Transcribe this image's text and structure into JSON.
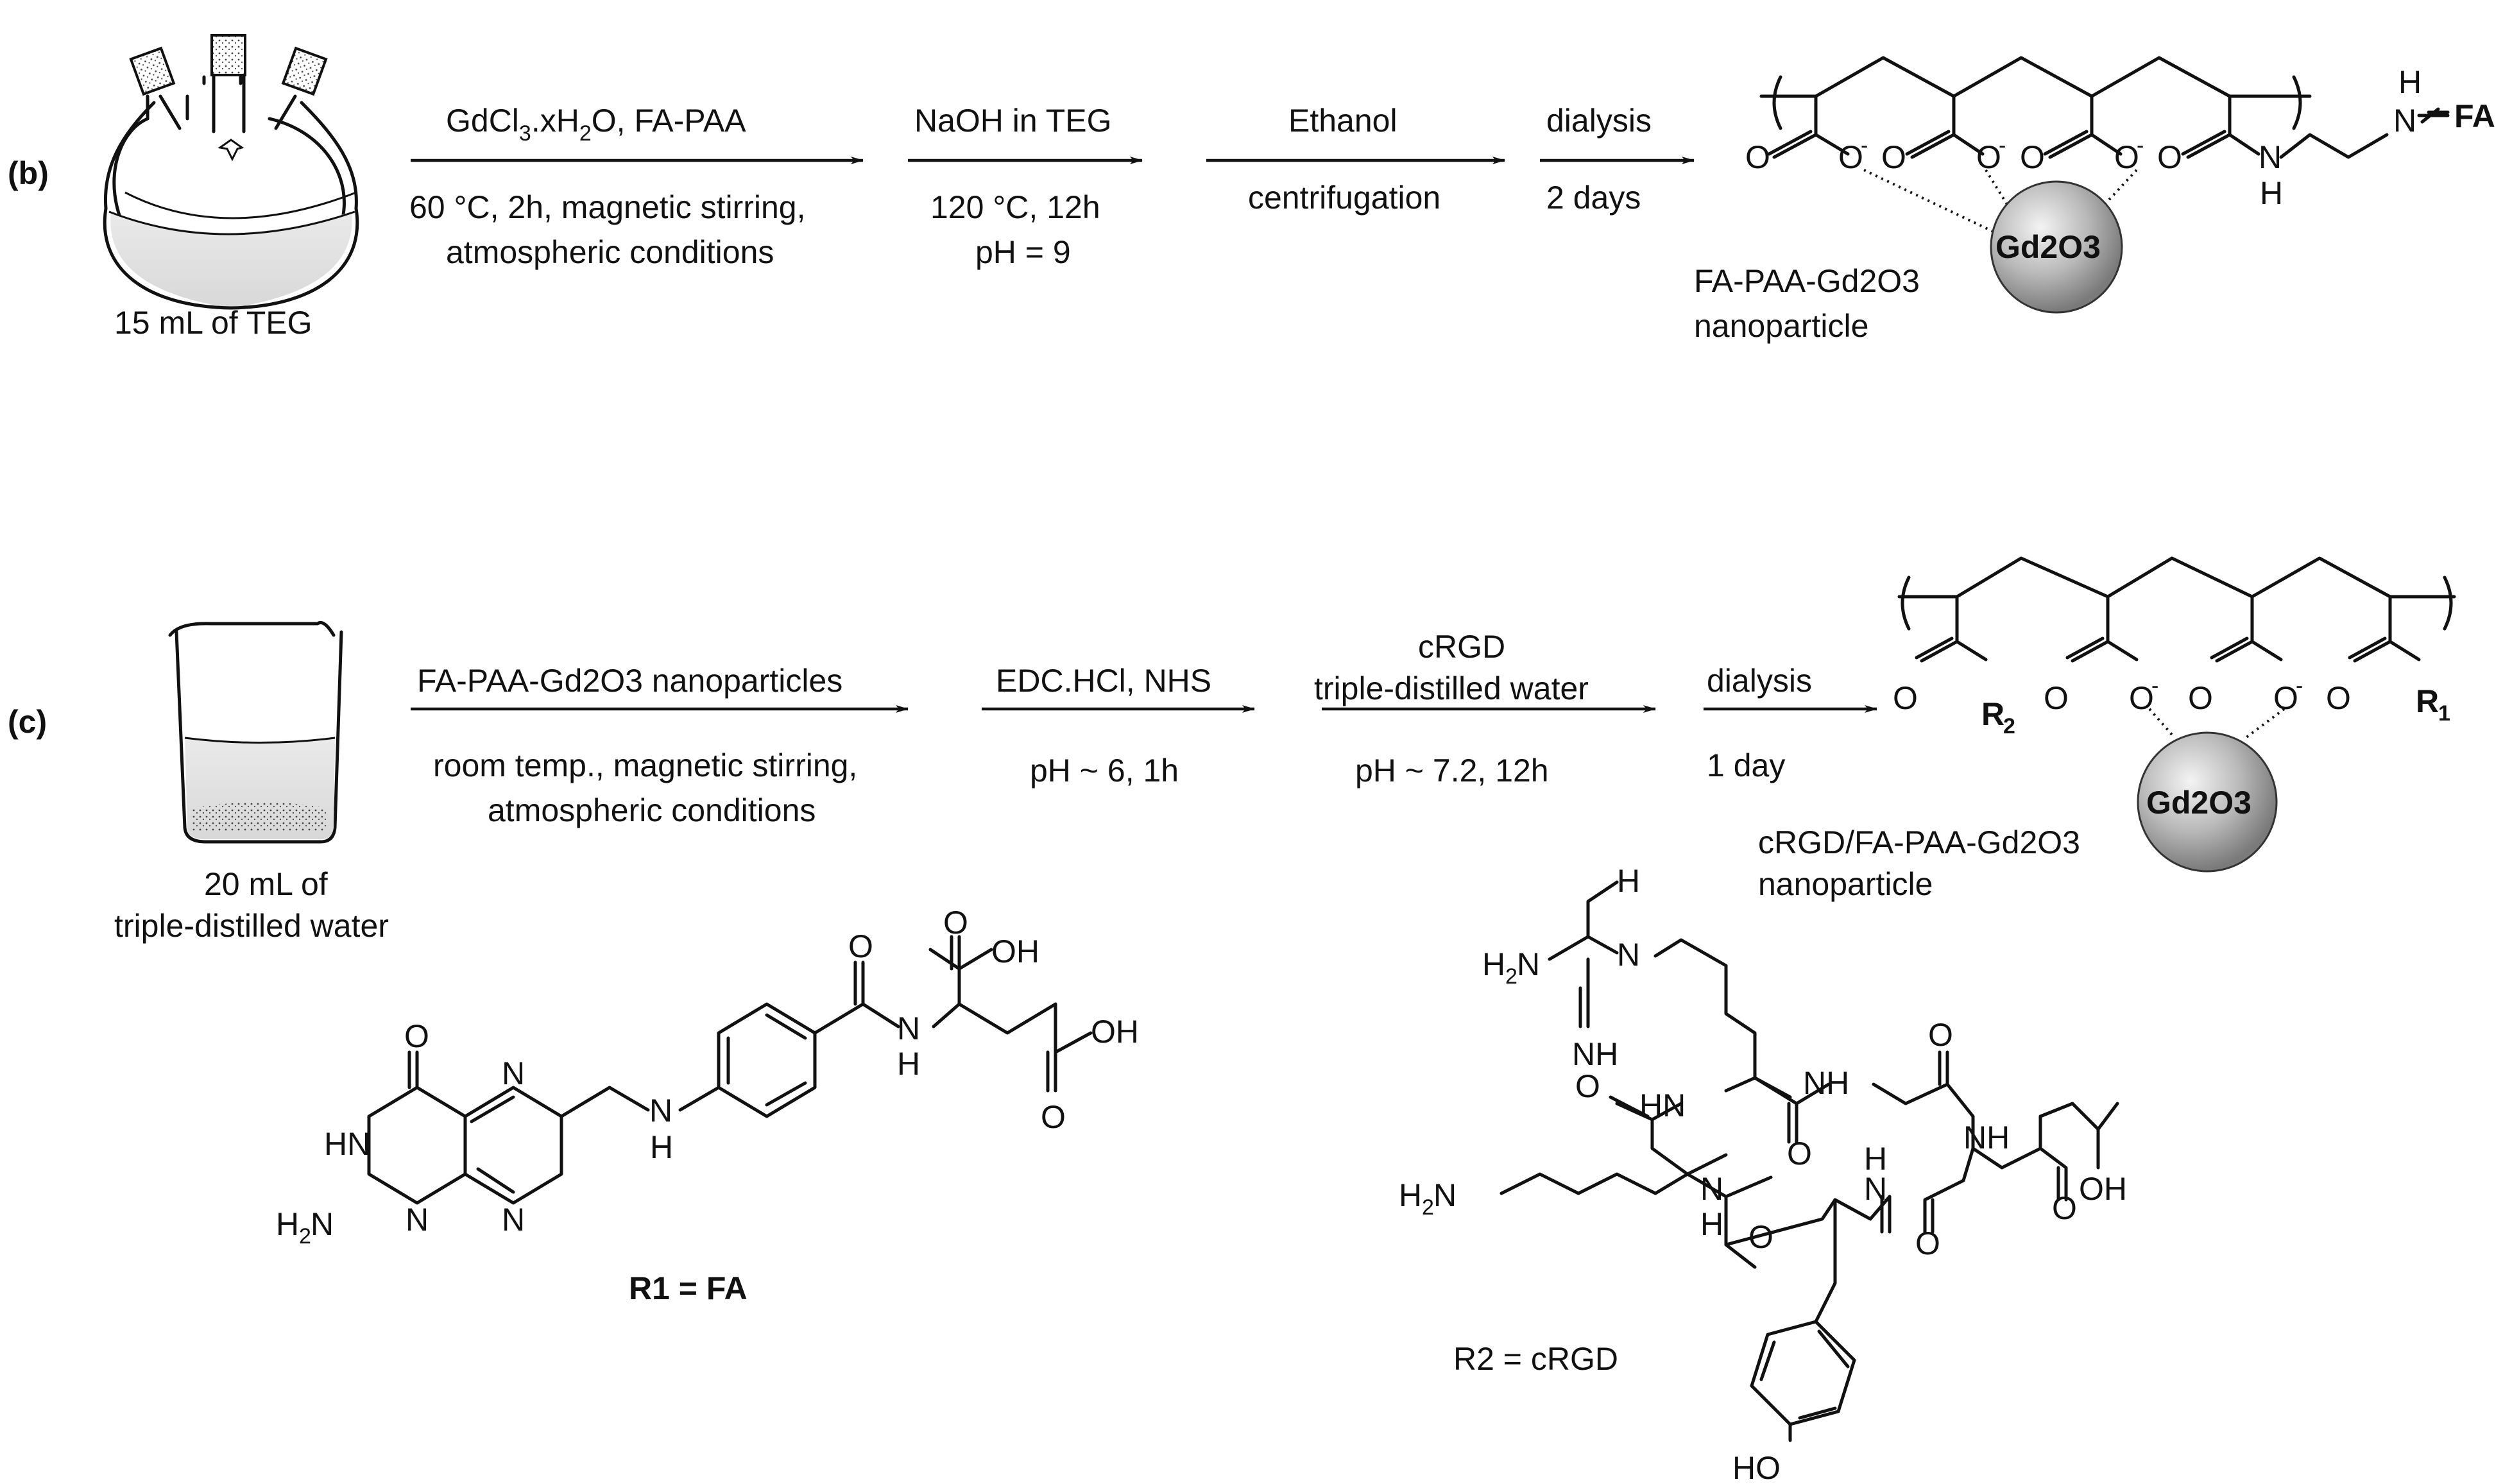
{
  "scheme_b": {
    "panel_label": "(b)",
    "flask_caption": "15 mL of TEG",
    "step1_top": "GdCl",
    "step1_top_sub": "3",
    "step1_top_rest": ".xH",
    "step1_top_sub2": "2",
    "step1_top_end": "O, FA-PAA",
    "step1_bottom_line1": "60 °C, 2h, magnetic stirring,",
    "step1_bottom_line2": "atmospheric conditions",
    "step2_top": "NaOH in TEG",
    "step2_bottom_line1": "120 °C, 12h",
    "step2_bottom_line2": "pH = 9",
    "step3_top": "Ethanol",
    "step3_bottom": "centrifugation",
    "step4_top": "dialysis",
    "step4_bottom": "2 days",
    "product_core": "Gd2O3",
    "product_name_line1": "FA-PAA-Gd2O3",
    "product_name_line2": "nanoparticle",
    "fa_label": "FA",
    "nh_label": "H",
    "n_label": "N"
  },
  "scheme_c": {
    "panel_label": "(c)",
    "beaker_caption_line1": "20 mL of",
    "beaker_caption_line2": "triple-distilled water",
    "step1_top": "FA-PAA-Gd2O3 nanoparticles",
    "step1_bottom_line1": "room temp., magnetic stirring,",
    "step1_bottom_line2": "atmospheric conditions",
    "step2_top": "EDC.HCl, NHS",
    "step2_bottom": "pH ~ 6, 1h",
    "step3_top_line1": "cRGD",
    "step3_top_line2": "triple-distilled water",
    "step3_bottom": "pH ~ 7.2, 12h",
    "step4_top": "dialysis",
    "step4_bottom": "1 day",
    "product_core": "Gd2O3",
    "product_name_line1": "cRGD/FA-PAA-Gd2O3",
    "product_name_line2": "nanoparticle",
    "r1_label": "R1",
    "r2_label": "R2"
  },
  "structures": {
    "fa_caption": "R1 = FA",
    "crgd_caption": "R2 = cRGD"
  }
}
